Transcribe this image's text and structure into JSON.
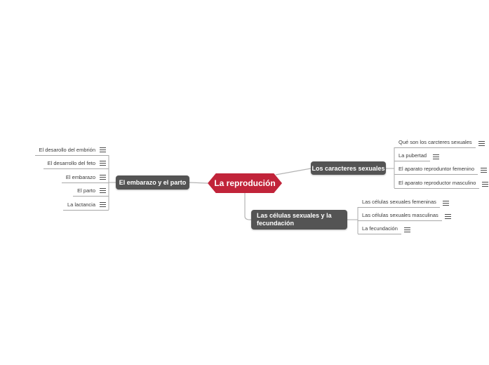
{
  "root": {
    "label": "La reprodución"
  },
  "colors": {
    "accent_red": "#c1243a",
    "node_gray": "#545454",
    "line_gray": "#b4b4b4"
  },
  "icons": {
    "notes_icon": "hamburger-menu"
  },
  "branches": [
    {
      "label": "El embarazo y el parto",
      "side": "left",
      "children": [
        {
          "label": "El desarollo del embrión"
        },
        {
          "label": "El desarrollo del feto"
        },
        {
          "label": "El embarazo"
        },
        {
          "label": "El parto"
        },
        {
          "label": "La lactancia"
        }
      ]
    },
    {
      "label": "Los caracteres sexuales",
      "side": "top-right",
      "children": [
        {
          "label": "Qué son los carcteres sexuales"
        },
        {
          "label": "La pubertad"
        },
        {
          "label": "El aparato reproduntor femenino"
        },
        {
          "label": "El aparato reproductor masculino"
        }
      ]
    },
    {
      "label": "Las células sexuales y la fecundación",
      "side": "bottom-right",
      "children": [
        {
          "label": "Las células sexuales femeninas"
        },
        {
          "label": "Las células sexuales masculinas"
        },
        {
          "label": "La fecundación"
        }
      ]
    }
  ]
}
